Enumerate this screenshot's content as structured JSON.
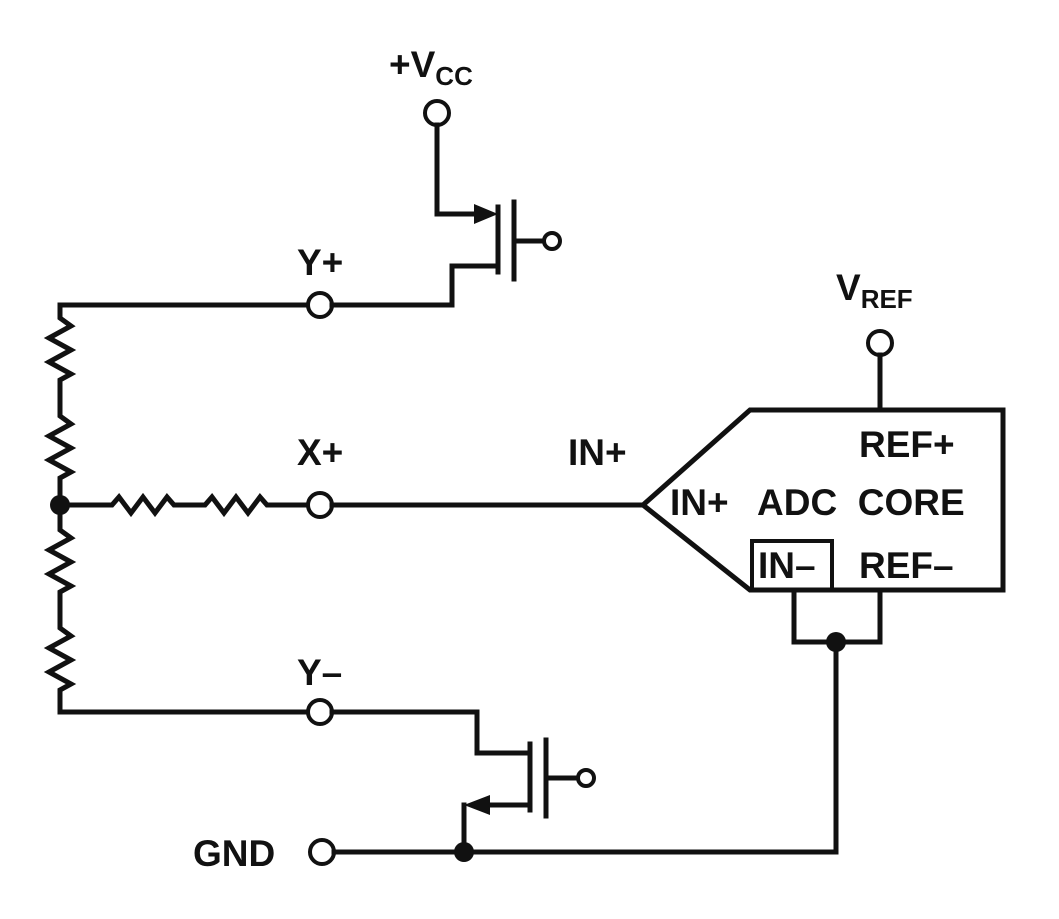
{
  "labels": {
    "vcc_main": "+V",
    "vcc_sub": "CC",
    "vref_main": "V",
    "vref_sub": "REF",
    "y_plus": "Y+",
    "x_plus": "X+",
    "y_minus": "Y–",
    "gnd": "GND",
    "in_plus_outer": "IN+",
    "adc_in_plus": "IN+",
    "adc_core": "ADC  CORE",
    "adc_in_minus": "IN–",
    "adc_ref_plus": "REF+",
    "adc_ref_minus": "REF–"
  }
}
